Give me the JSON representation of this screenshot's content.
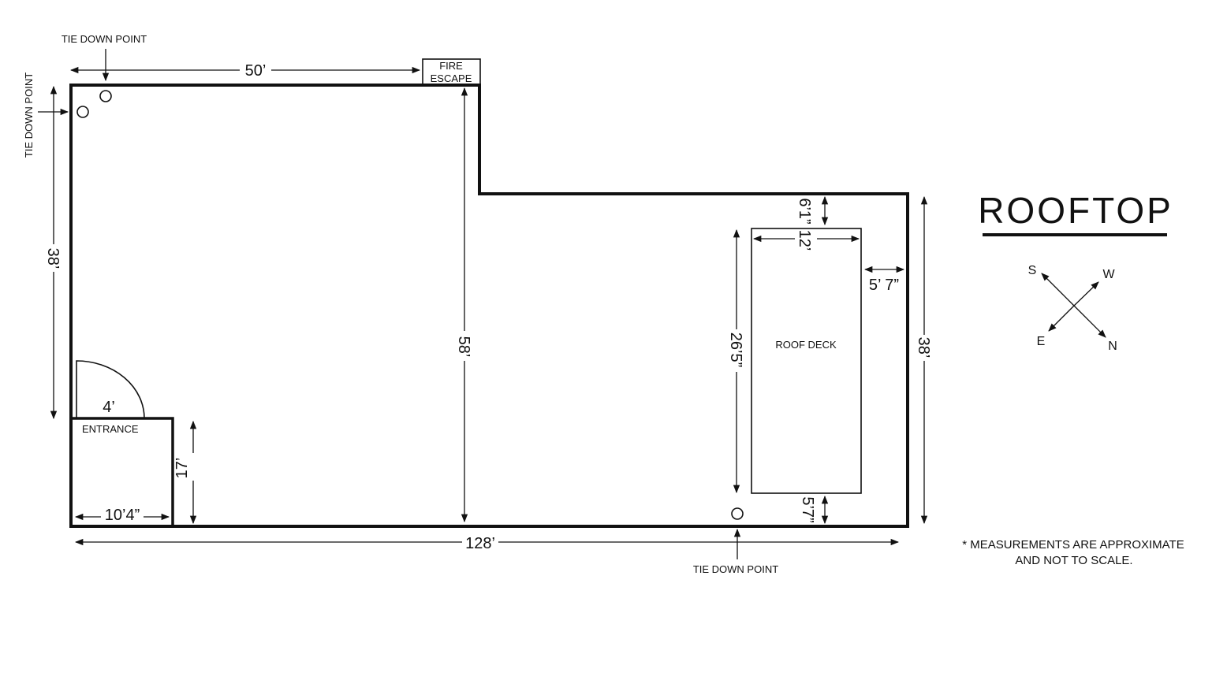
{
  "title": "ROOFTOP",
  "compass": {
    "s": "S",
    "w": "W",
    "e": "E",
    "n": "N"
  },
  "note": {
    "line1": "* MEASUREMENTS ARE APPROXIMATE",
    "line2": "AND NOT TO SCALE."
  },
  "labels": {
    "fire_escape_1": "FIRE",
    "fire_escape_2": "ESCAPE",
    "roof_deck": "ROOF DECK",
    "entrance": "ENTRANCE",
    "tie_top": "TIE DOWN POINT",
    "tie_left": "TIE DOWN POINT",
    "tie_bottom": "TIE DOWN POINT"
  },
  "dimensions": {
    "top_width": "50’",
    "left_height": "38’",
    "mid_height": "58’",
    "deck_height": "26’5”",
    "right_height": "38’",
    "deck_top_gap": "6’1”",
    "deck_width": "12’",
    "deck_side_gap": "5’ 7”",
    "deck_bottom_gap": "5’7”",
    "door_width": "4’",
    "entrance_height": "17’",
    "entrance_width": "10’4”",
    "total_width": "128’"
  }
}
